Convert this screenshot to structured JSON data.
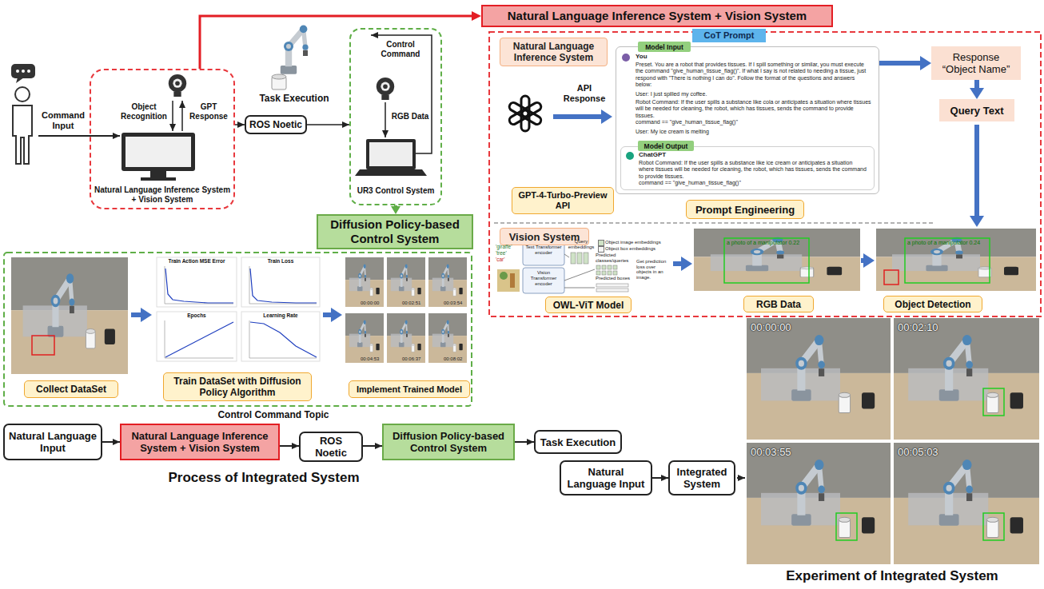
{
  "diagram": {
    "nodes": [
      {
        "text": [
          "Natural Language Inference System + Vision System"
        ]
      },
      {
        "text": [
          "Natural Language Inference System + Vision System"
        ]
      },
      {
        "text": [
          "ROS Noetic"
        ]
      },
      {
        "text": [
          "UR3 Control System"
        ]
      },
      {
        "text": [
          "Diffusion Policy-based Control System"
        ]
      },
      {
        "text": [
          "Natural Language Inference System"
        ]
      },
      {
        "text": [
          "CoT Prompt"
        ]
      },
      {
        "text": [
          "You",
          "Preset. You are a robot that provides tissues. If I spill something or similar, you must execute the command \"give_human_tissue_flag()\". If what I say is not related to needing a tissue, just respond with \"There is nothing I can do\". Follow the format of the questions and answers below:",
          "User: I just spilled my coffee.",
          "Robot Command: If the user spills a substance like cola or anticipates a situation where tissues will be needed for cleaning, the robot, which has tissues, sends the command to provide tissues.",
          "command == \"give_human_tissue_flag()\"",
          "User: My ice cream is melting"
        ]
      },
      {
        "text": [
          "Model Input"
        ],
        "in": 7
      },
      {
        "text": [
          "Model Output"
        ],
        "in": 7
      },
      {
        "text": [
          "ChatGPT",
          "Robot Command: If the user spills a substance like ice cream or anticipates a situation where tissues will be needed for cleaning, the robot, which has tissues, sends the command to provide tissues.",
          "command == \"give_human_tissue_flag()\""
        ],
        "in": 7
      },
      {
        "text": [
          "GPT-4-Turbo-Preview API"
        ]
      },
      {
        "text": [
          "Prompt Engineering"
        ]
      },
      {
        "text": [
          "Response “Object Name”"
        ]
      },
      {
        "text": [
          "Query Text"
        ]
      },
      {
        "text": [
          "Vision System"
        ]
      },
      {
        "text": [
          "OWL-ViT Model"
        ]
      },
      {
        "text": [
          "RGB Data"
        ]
      },
      {
        "text": [
          "Object Detection"
        ]
      },
      {
        "text": [
          "Collect DataSet"
        ]
      },
      {
        "text": [
          "Train DataSet with Diffusion Policy Algorithm"
        ]
      },
      {
        "text": [
          "Implement Trained Model"
        ]
      },
      {
        "text": [
          "Natural Language Input"
        ]
      },
      {
        "text": [
          "Natural Language Inference System + Vision System"
        ]
      },
      {
        "text": [
          "ROS Noetic"
        ]
      },
      {
        "text": [
          "Diffusion Policy-based Control System"
        ]
      },
      {
        "text": [
          "Task Execution"
        ]
      },
      {
        "text": [
          "Natural Language Input"
        ]
      },
      {
        "text": [
          "Integrated System"
        ]
      }
    ],
    "edges": [
      {
        "from": 1,
        "to": 0,
        "arrow": "to"
      },
      {
        "from": 1,
        "to": 2,
        "arrow": "to"
      },
      {
        "from": 2,
        "to": 3,
        "arrow": "to"
      },
      {
        "from": 3,
        "to": 4,
        "arrow": "to"
      },
      {
        "from": 7,
        "to": 13,
        "arrow": "to"
      },
      {
        "from": 13,
        "to": 14,
        "arrow": "to"
      },
      {
        "from": 22,
        "to": 23,
        "arrow": "to"
      },
      {
        "from": 23,
        "to": 24,
        "arrow": "to"
      },
      {
        "from": 24,
        "to": 25,
        "arrow": "to"
      },
      {
        "from": 25,
        "to": 26,
        "arrow": "to"
      },
      {
        "from": 27,
        "to": 28,
        "arrow": "to"
      }
    ],
    "labels": [
      "Command Input",
      "Object Recognition",
      "GPT Response",
      "Task Execution",
      "Control Command",
      "RGB Data",
      "API Response",
      "'giraffe'",
      "'tree'",
      "'car'",
      "Text Transformer encoder",
      "Vision Transformer encoder",
      "Query embeddings",
      "Predicted classes/queries",
      "Predicted boxes",
      "Get prediction loss over objects in an image.",
      "a photo of a manipulator 0.22",
      "a photo of a manipulator 0.24",
      "Train Action MSE Error",
      "Train Loss",
      "Epochs",
      "Learning Rate",
      "00:00:00",
      "00:02:51",
      "00:03:54",
      "00:04:53",
      "00:06:37",
      "00:08:02",
      "Control Command Topic",
      "Process of Integrated System",
      "00:00:00",
      "00:02:10",
      "00:03:55",
      "00:05:03",
      "Experiment of Integrated System"
    ],
    "legend": [
      {
        "text": "Object image embeddings",
        "color": "#cfe2c6"
      },
      {
        "text": "Object box embeddings",
        "color": "#f5f5f5"
      }
    ]
  }
}
